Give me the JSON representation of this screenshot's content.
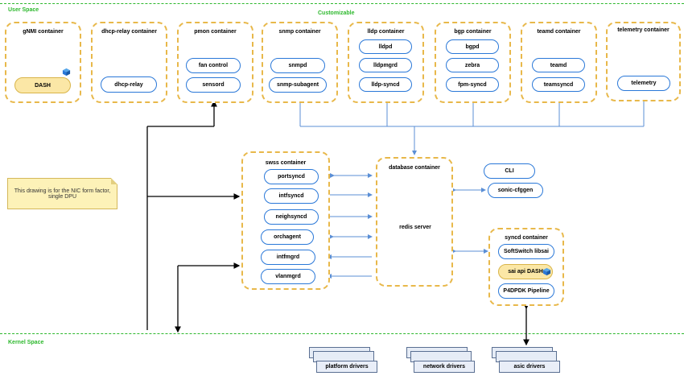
{
  "labels": {
    "user_space": "User Space",
    "customizable": "Customizable",
    "kernel_space": "Kernel Space"
  },
  "note": "This drawing is for the NIC form factor, single DPU",
  "containers": {
    "gnmi": {
      "title": "gNMI container",
      "items": [
        "DASH"
      ]
    },
    "dhcp_relay": {
      "title": "dhcp-relay container",
      "items": [
        "dhcp-relay"
      ]
    },
    "pmon": {
      "title": "pmon container",
      "items": [
        "fan control",
        "sensord"
      ]
    },
    "snmp": {
      "title": "snmp container",
      "items": [
        "snmpd",
        "snmp-subagent"
      ]
    },
    "lldp": {
      "title": "lldp container",
      "items": [
        "lldpd",
        "lldpmgrd",
        "lldp-syncd"
      ]
    },
    "bgp": {
      "title": "bgp container",
      "items": [
        "bgpd",
        "zebra",
        "fpm-syncd"
      ]
    },
    "teamd": {
      "title": "teamd container",
      "items": [
        "teamd",
        "teamsyncd"
      ]
    },
    "telemetry": {
      "title": "telemetry container",
      "items": [
        "telemetry"
      ]
    },
    "swss": {
      "title": "swss container",
      "items": [
        "portsyncd",
        "intfsyncd",
        "neighsyncd",
        "orchagent",
        "intfmgrd",
        "vlanmgrd"
      ]
    },
    "database": {
      "title": "database container",
      "items": [
        "redis server"
      ]
    },
    "syncd": {
      "title": "syncd container",
      "items": [
        "SoftSwitch libsai",
        "sai api DASH",
        "P4DPDK Pipeline"
      ]
    }
  },
  "standalone": [
    "CLI",
    "sonic-cfggen"
  ],
  "drivers": [
    "platform drivers",
    "network drivers",
    "asic drivers"
  ],
  "colors": {
    "green": "#2db82d",
    "container_border": "#e8b84a",
    "pill_border": "#2a78d8",
    "arrow": "#5b8fd6"
  }
}
